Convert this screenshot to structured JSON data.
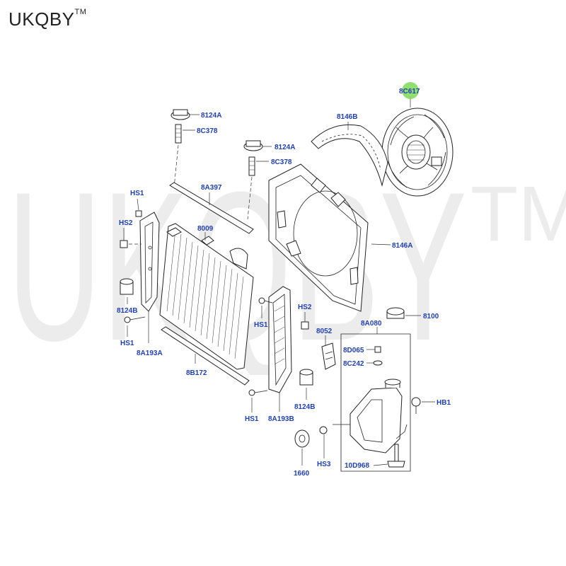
{
  "brand": {
    "name": "UKQBY",
    "mark": "TM"
  },
  "watermark": {
    "text": "UKQBY",
    "mark": "TM"
  },
  "labels": {
    "l_8C617": "8C617",
    "l_8124A_1": "8124A",
    "l_8C378_1": "8C378",
    "l_8146B": "8146B",
    "l_8124A_2": "8124A",
    "l_8C378_2": "8C378",
    "l_8A397": "8A397",
    "l_HS1_a": "HS1",
    "l_HS2_a": "HS2",
    "l_8009": "8009",
    "l_8146A": "8146A",
    "l_8124B_a": "8124B",
    "l_HS1_b": "HS1",
    "l_HS1_c": "HS1",
    "l_8A193A": "8A193A",
    "l_HS2_b": "HS2",
    "l_8100": "8100",
    "l_8A080": "8A080",
    "l_8052": "8052",
    "l_8D065": "8D065",
    "l_8C242": "8C242",
    "l_8B172": "8B172",
    "l_HB1": "HB1",
    "l_HS1_d": "HS1",
    "l_8A193B": "8A193B",
    "l_8124B_b": "8124B",
    "l_HS3": "HS3",
    "l_10D968": "10D968",
    "l_1660": "1660"
  },
  "colors": {
    "label": "#1f3fb5",
    "highlight": "#7ed957",
    "line": "#222222",
    "watermark": "#ececec"
  }
}
